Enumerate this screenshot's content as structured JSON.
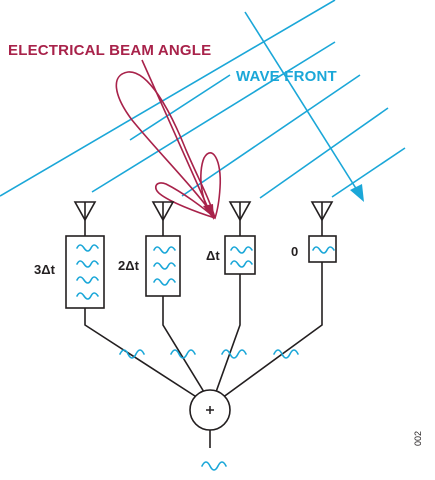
{
  "labels": {
    "beam_angle": "ELECTRICAL BEAM ANGLE",
    "wave_front": "WAVE FRONT",
    "figure_id": "002"
  },
  "delays": [
    "3Δt",
    "2Δt",
    "Δt",
    "0"
  ],
  "colors": {
    "wave": "#1ba7d8",
    "beam": "#a8224a",
    "line": "#231f20"
  }
}
